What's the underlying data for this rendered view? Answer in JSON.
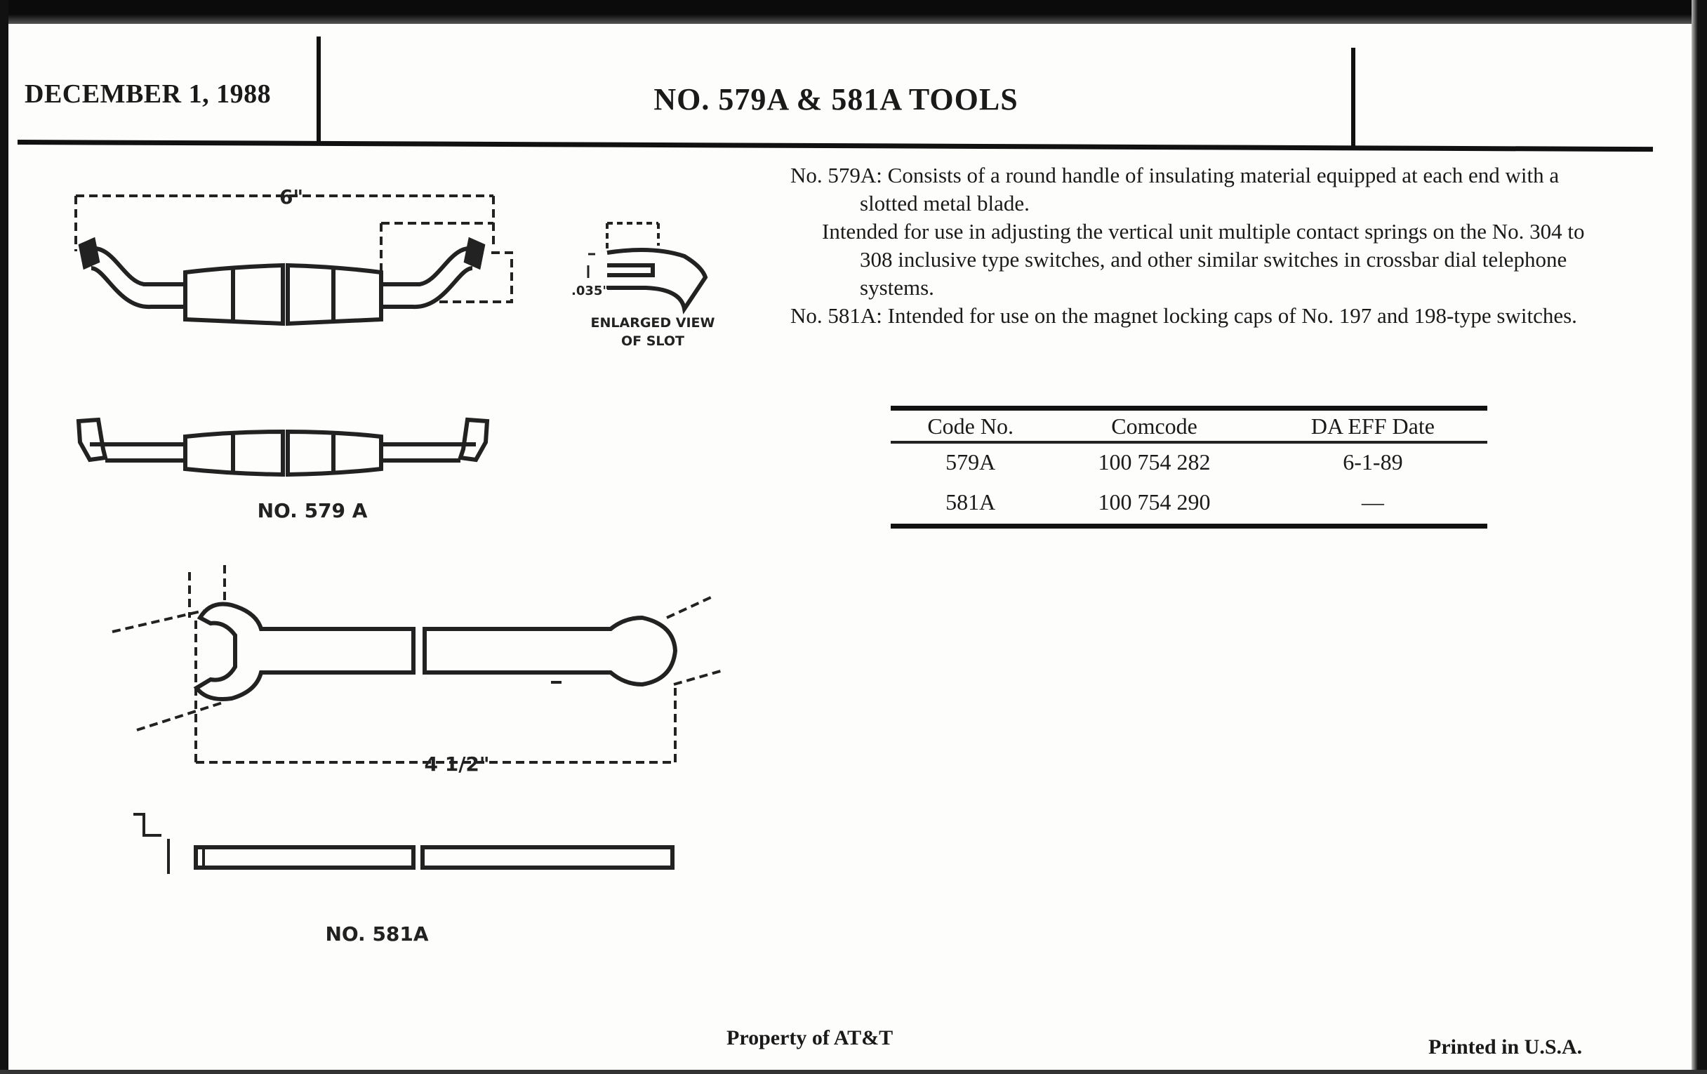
{
  "header": {
    "date": "DECEMBER 1, 1988",
    "title": "NO. 579A & 581A TOOLS"
  },
  "description": {
    "p1_lead": "No. 579A: Consists of a round handle of insulating material equipped at each end with a slotted metal blade.",
    "p2": "Intended for use in adjusting the vertical unit multiple contact springs on the No. 304 to 308 inclusive type switches, and other similar switches in crossbar dial telephone systems.",
    "p3": "No. 581A: Intended for use on the magnet locking caps of No. 197 and 198-type switches."
  },
  "table": {
    "headers": [
      "Code No.",
      "Comcode",
      "DA EFF Date"
    ],
    "rows": [
      [
        "579A",
        "100 754 282",
        "6-1-89"
      ],
      [
        "581A",
        "100 754 290",
        "—"
      ]
    ]
  },
  "drawings": {
    "tool_579a_label": "NO. 579 A",
    "tool_581a_label": "NO. 581A",
    "slot_caption_line1": "ENLARGED VIEW",
    "slot_caption_line2": "OF SLOT",
    "slot_dim": ".035\"",
    "length_579a": "6\"",
    "length_581a": "4 1/2\""
  },
  "footer": {
    "property": "Property of AT&T",
    "printed": "Printed in U.S.A."
  }
}
